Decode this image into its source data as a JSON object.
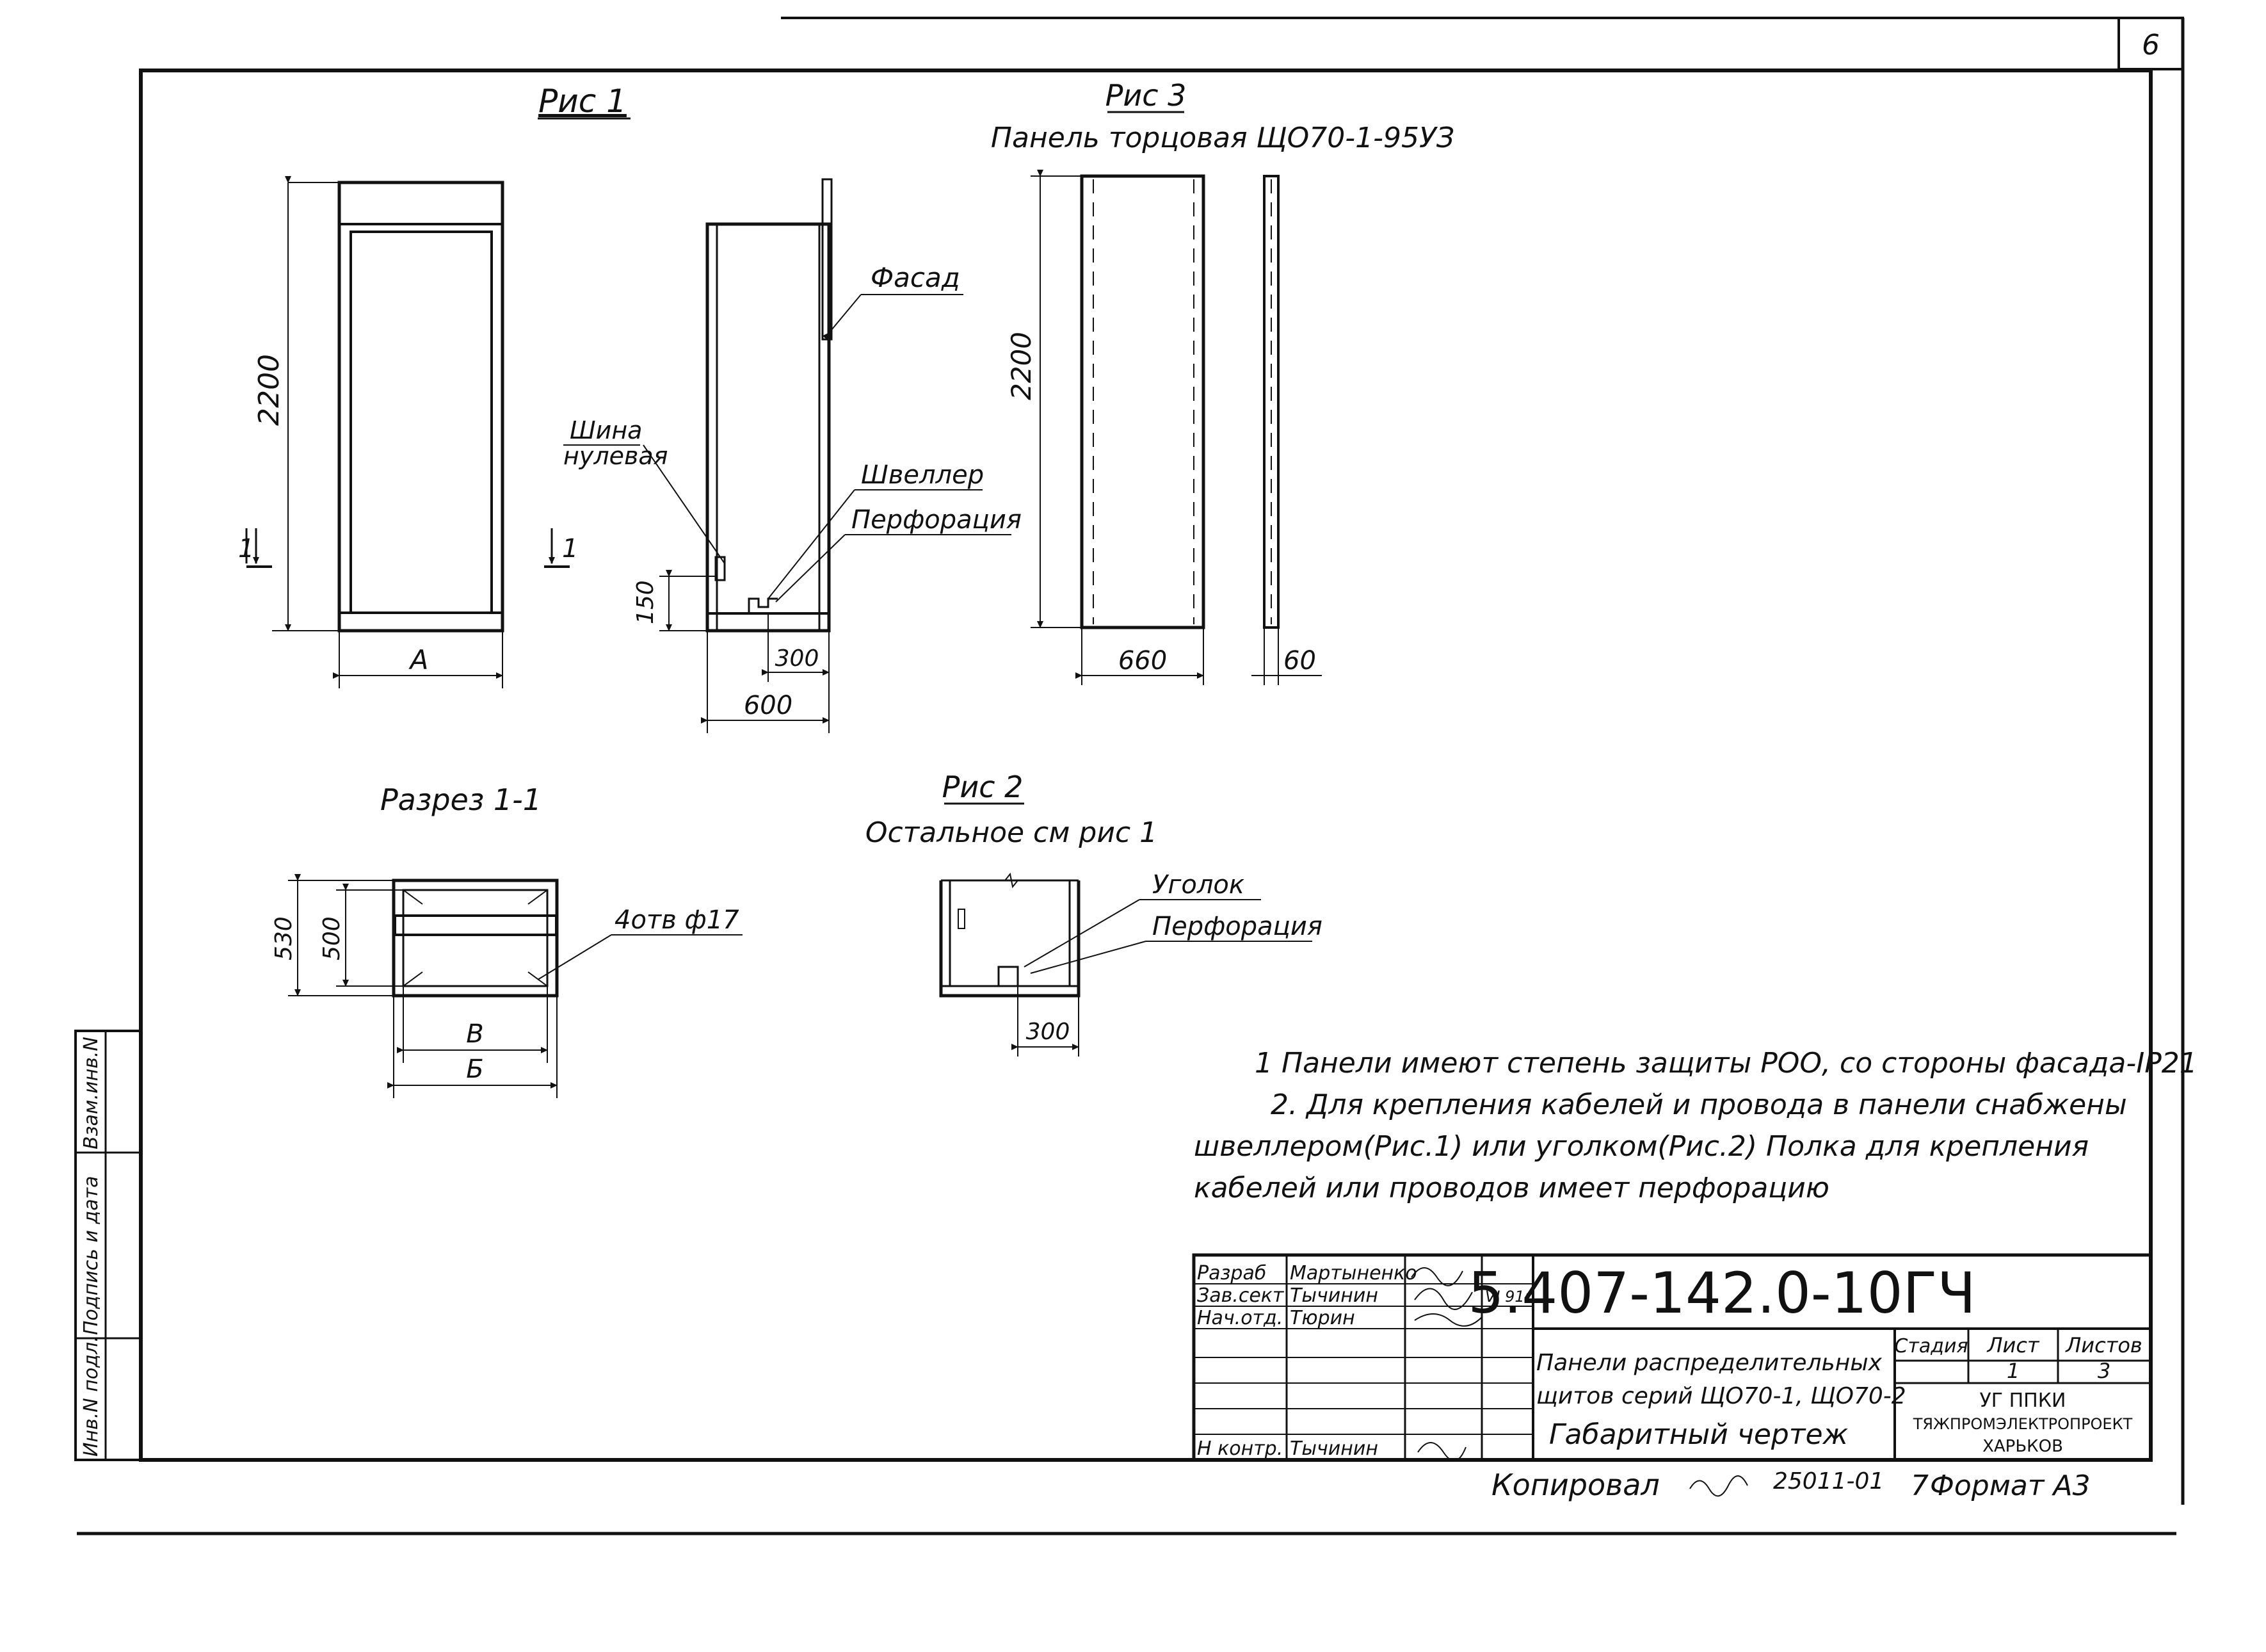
{
  "sheet_number": "6",
  "fig1": {
    "title": "Рис 1",
    "dim_height": "2200",
    "dim_width": "А",
    "section_mark": "1",
    "labels": {
      "facade": "Фасад",
      "bus_line1": "Шина",
      "bus_line2": "нулевая",
      "channel": "Швеллер",
      "perforation": "Перфорация"
    },
    "dim_150": "150",
    "dim_300": "300",
    "dim_600": "600"
  },
  "fig3": {
    "title": "Рис 3",
    "subtitle": "Панель торцовая ЩО70-1-95УЗ",
    "dim_height": "2200",
    "dim_width": "660",
    "dim_thickness": "60"
  },
  "section": {
    "title": "Разрез 1-1",
    "dim_530": "530",
    "dim_500": "500",
    "holes": "4отв ф17",
    "dim_b": "В",
    "dim_b2": "Б"
  },
  "fig2": {
    "title": "Рис 2",
    "subtitle": "Остальное см рис 1",
    "angle": "Уголок",
    "perforation": "Перфорация",
    "dim_300": "300"
  },
  "notes": [
    "1 Панели имеют степень защиты РОО, со стороны фасада-IP21",
    "2. Для крепления кабелей и провода в панели снабжены",
    "швеллером(Рис.1) или уголком(Рис.2) Полка для крепления",
    "кабелей или проводов имеет перфорацию"
  ],
  "side_stamp": [
    "Инв.N подл.",
    "Подпись и дата",
    "Взам.инв.N"
  ],
  "title_block": {
    "roles": [
      "Разраб",
      "Зав.сект",
      "Нач.отд.",
      "Н контр."
    ],
    "names": [
      "Мартыненко",
      "Тычинин",
      "Тюрин",
      "Тычинин"
    ],
    "date": "VI 91г",
    "doc_code": "5.407-142.0-10ГЧ",
    "description": [
      "Панели распределительных",
      "щитов серий ЩО70-1, ЩО70-2",
      "Габаритный чертеж"
    ],
    "stage_label": "Стадия",
    "sheet_label": "Лист",
    "sheets_label": "Листов",
    "sheet_value": "1",
    "sheets_value": "3",
    "org": [
      "УГ ППКИ",
      "ТЯЖПРОМЭЛЕКТРОПРОЕКТ",
      "ХАРЬКОВ"
    ]
  },
  "footer": {
    "copied": "Копировал",
    "order": "25011-01",
    "format_no": "7",
    "format": "Формат А3"
  }
}
